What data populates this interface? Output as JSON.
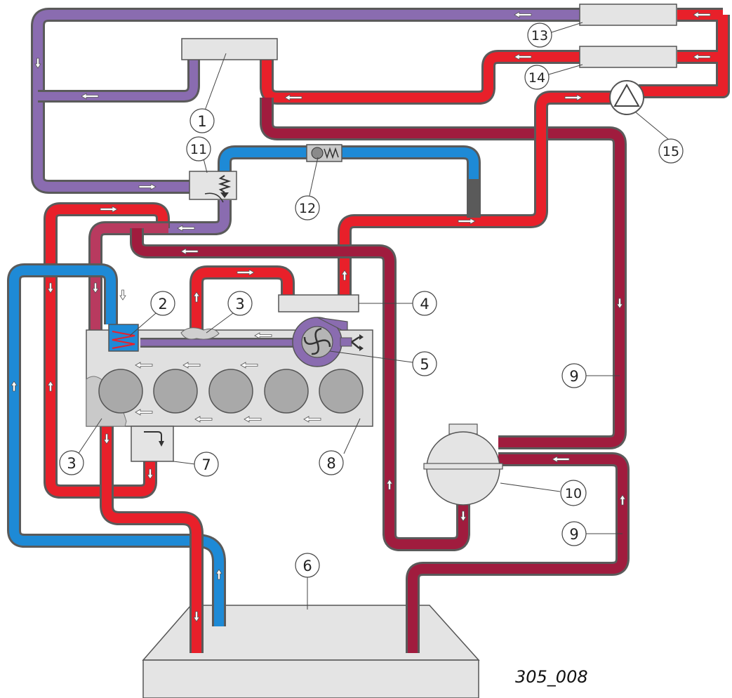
{
  "figure_code": "305_008",
  "colors": {
    "hot": "#e8202a",
    "hot_dark": "#a01c3e",
    "mixed": "#b83a5f",
    "warm_purple": "#8a6cb0",
    "cold": "#1e8ad6",
    "pipe_outline": "#5a5a5a",
    "component_fill": "#e4e4e4",
    "block_fill": "#e0e0e0",
    "cylinder_fill": "#a9a9a9"
  },
  "callouts": {
    "c1": "1",
    "c2": "2",
    "c3a": "3",
    "c3b": "3",
    "c4": "4",
    "c5": "5",
    "c6": "6",
    "c7": "7",
    "c8": "8",
    "c9a": "9",
    "c9b": "9",
    "c10": "10",
    "c11": "11",
    "c12": "12",
    "c13": "13",
    "c14": "14",
    "c15": "15"
  }
}
